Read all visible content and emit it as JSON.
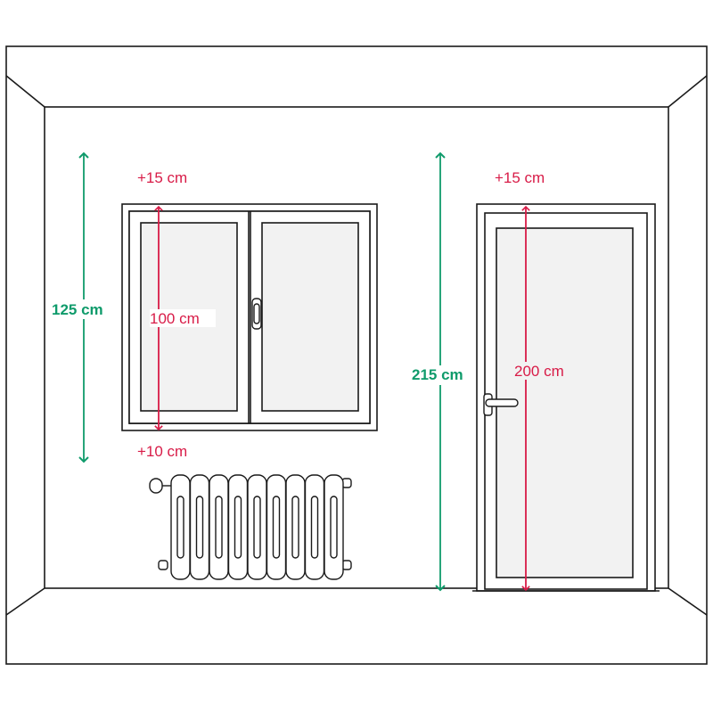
{
  "labels": {
    "window_top_margin": "+15 cm",
    "window_height": "100 cm",
    "window_bottom_margin": "+10 cm",
    "window_total": "125 cm",
    "door_top_margin": "+15 cm",
    "door_height": "200 cm",
    "door_total": "215 cm"
  },
  "colors": {
    "line": "#1a1a1a",
    "glass": "#f2f2f2",
    "accent_red": "#d81b47",
    "accent_green": "#0f9b6b"
  },
  "icons": {
    "window_handle": "handle-icon",
    "door_handle": "door-handle-icon"
  }
}
